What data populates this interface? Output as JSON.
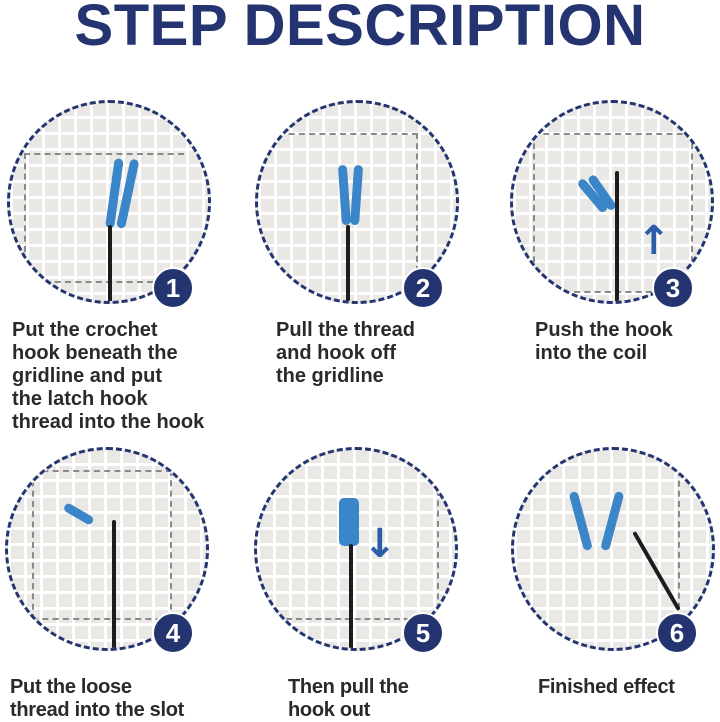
{
  "title": "STEP DESCRIPTION",
  "colors": {
    "title": "#243470",
    "badge": "#243470",
    "circle_border": "#243470",
    "yarn": "#3a86c8",
    "arrow": "#2c5da8",
    "text": "#2a2a2a"
  },
  "steps": [
    {
      "number": "1",
      "text": "Put the crochet\nhook beneath the\ngridline and put\nthe latch hook\nthread into the hook",
      "arrow": ""
    },
    {
      "number": "2",
      "text": "Pull the thread\nand hook off\nthe gridline",
      "arrow": ""
    },
    {
      "number": "3",
      "text": "Push the hook\ninto the coil",
      "arrow": "↑"
    },
    {
      "number": "4",
      "text": "Put the loose\nthread into the slot",
      "arrow": ""
    },
    {
      "number": "5",
      "text": "Then pull the\nhook out",
      "arrow": "↓"
    },
    {
      "number": "6",
      "text": "Finished effect",
      "arrow": ""
    }
  ]
}
